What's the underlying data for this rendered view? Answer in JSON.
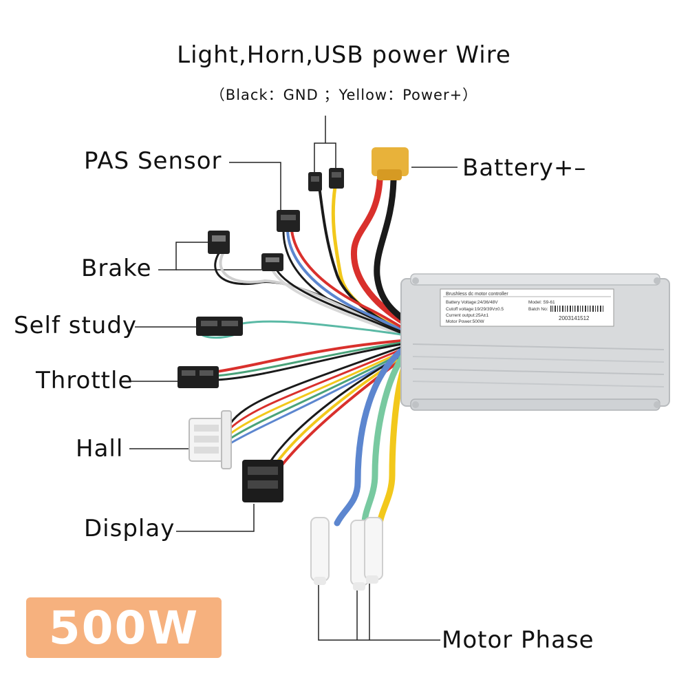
{
  "title": "Light,Horn,USB power Wire",
  "subtitle": "（Black：GND ；Yellow：Power+）",
  "labels": {
    "battery": "Battery+–",
    "pas": "PAS Sensor",
    "brake": "Brake",
    "self_study": "Self study",
    "throttle": "Throttle",
    "hall": "Hall",
    "display": "Display",
    "motor_phase": "Motor Phase"
  },
  "badge": "500W",
  "controller": {
    "name": "Brushless dc motor controller",
    "battery_voltage": "Battery Voltage:24/36/48V",
    "cutoff_voltage": "Cutoff voltage:19/29/39V±0.5",
    "current_output": "Current output:25A±1",
    "motor_power": "Motor Power:500W",
    "model": "Model: S9-61",
    "batch": "Batch No:",
    "batch_number": "2003141512"
  },
  "colors": {
    "badge": "#f6b17e",
    "wire_red": "#d9302c",
    "wire_yellow": "#f2c81b",
    "wire_blue": "#5c86cf",
    "wire_green": "#78c9a0",
    "wire_black": "#1a1a1a",
    "connector": "#222222",
    "xt60": "#e8b23a",
    "housing": "#d8dadc"
  }
}
